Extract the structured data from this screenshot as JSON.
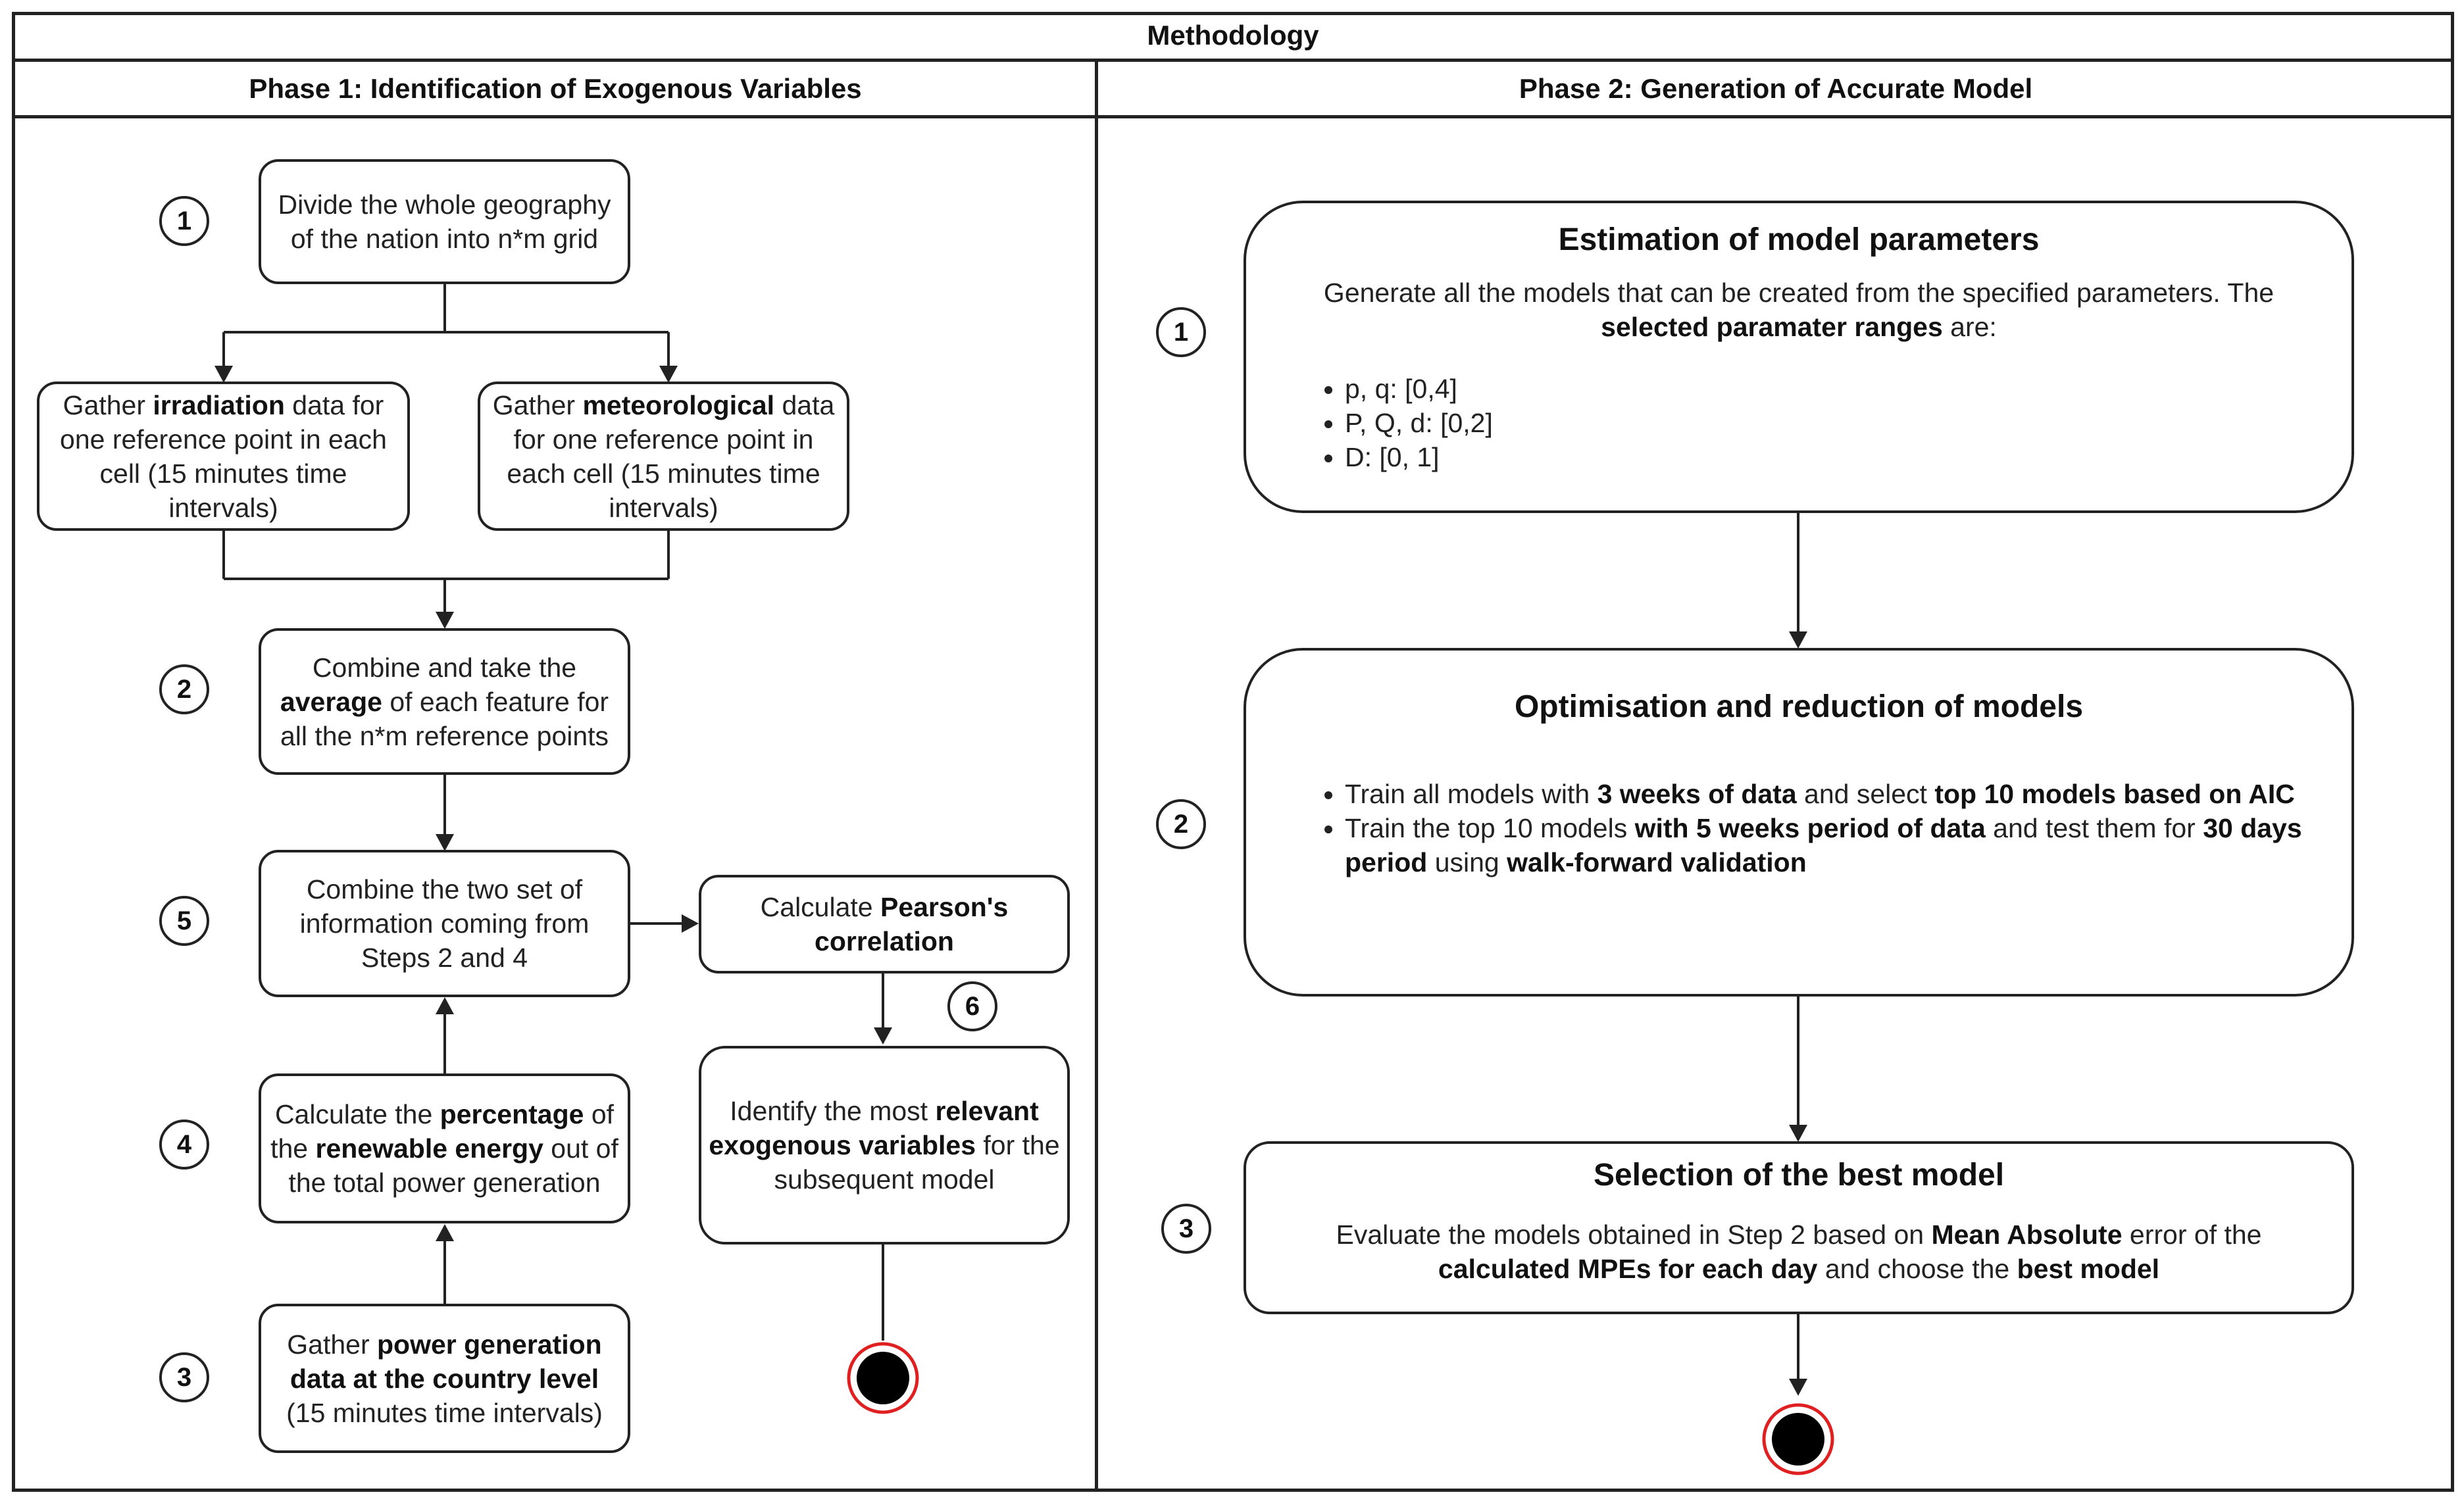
{
  "title": "Methodology",
  "phase1": {
    "header": "Phase 1: Identification of Exogenous Variables",
    "divide": "Divide the whole geography of the nation into n*m grid",
    "irradiation": {
      "pre": "Gather ",
      "bold": "irradiation",
      "post": " data for one reference point in each cell (15 minutes time intervals)"
    },
    "meteorological": {
      "pre": "Gather ",
      "bold": "meteorological",
      "post": " data for one reference point in each cell (15 minutes time intervals)"
    },
    "combine_avg": {
      "pre": "Combine and take the ",
      "bold": "average",
      "post": " of each feature for all the n*m reference points"
    },
    "combine_two": "Combine the two set of information coming from Steps 2 and 4",
    "percentage": {
      "pre": "Calculate the ",
      "bold1": "percentage",
      "mid": " of the ",
      "bold2": "renewable energy",
      "post": " out of the total power generation"
    },
    "power": {
      "pre": "Gather ",
      "bold": "power generation data at the country level",
      "post": " (15 minutes time intervals)"
    },
    "pearson": {
      "pre": "Calculate ",
      "bold": "Pearson's correlation"
    },
    "identify": {
      "pre": "Identify the most ",
      "bold": "relevant exogenous variables",
      "post": " for the subsequent model"
    },
    "steps": {
      "s1": "1",
      "s2": "2",
      "s3": "3",
      "s4": "4",
      "s5": "5",
      "s6": "6"
    }
  },
  "phase2": {
    "header": "Phase 2: Generation of Accurate Model",
    "estimation": {
      "title": "Estimation of model parameters",
      "desc_pre": "Generate all the models that can be created from the specified parameters. The ",
      "desc_bold": "selected paramater ranges",
      "desc_post": " are:",
      "bullets": [
        "p, q: [0,4]",
        "P, Q, d: [0,2]",
        "D: [0, 1]"
      ]
    },
    "optimisation": {
      "title": "Optimisation and reduction of models",
      "b1": {
        "t1": "Train all models with ",
        "b1": "3 weeks of data",
        "t2": " and select ",
        "b2": "top 10 models based on AIC"
      },
      "b2": {
        "t1": "Train the top 10 models ",
        "b1": "with 5 weeks period of data",
        "t2": " and test them for ",
        "b2": "30 days period",
        "t3": " using ",
        "b3": "walk-forward validation"
      }
    },
    "selection": {
      "title": "Selection of the best model",
      "t1": "Evaluate the models obtained in Step 2 based on ",
      "b1": "Mean Absolute",
      "t2": " error of the ",
      "b2": "calculated MPEs for each day",
      "t3": " and choose the ",
      "b3": "best model"
    },
    "steps": {
      "s1": "1",
      "s2": "2",
      "s3": "3"
    }
  },
  "colors": {
    "line": "#222222",
    "end_ring": "#e02020",
    "end_fill": "#000000"
  }
}
